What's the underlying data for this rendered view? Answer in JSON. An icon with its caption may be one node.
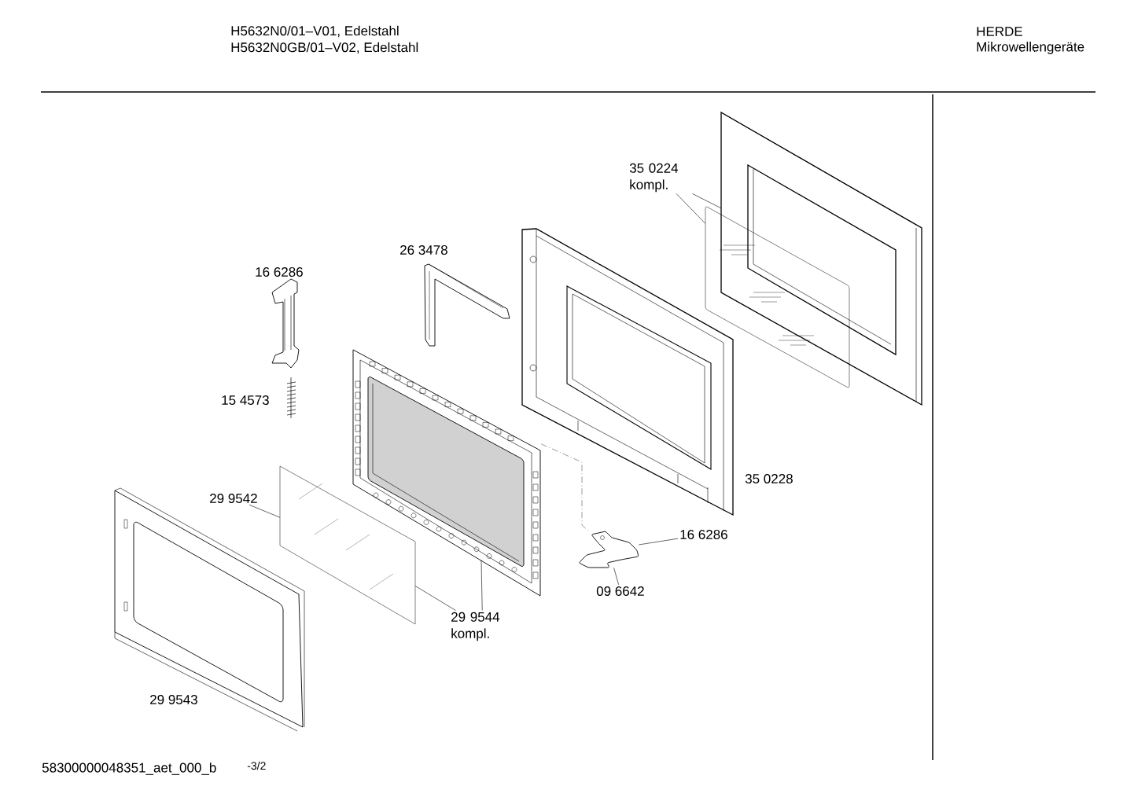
{
  "diagram": {
    "nodes": [
      {
        "text": [
          "35 0224 kompl."
        ]
      },
      {
        "text": [],
        "shape": "picture"
      },
      {
        "text": [],
        "shape": "picture"
      },
      {
        "text": [
          "29 9542"
        ]
      },
      {
        "text": [],
        "shape": "picture"
      },
      {
        "text": [
          "29 9544 kompl."
        ]
      },
      {
        "text": [],
        "shape": "picture"
      },
      {
        "text": [
          "16 6286"
        ]
      },
      {
        "text": [],
        "shape": "picture"
      },
      {
        "text": [
          "09 6642"
        ]
      }
    ],
    "edges": [
      {
        "from": 0,
        "to": 1,
        "arrow": "none"
      },
      {
        "from": 0,
        "to": 2,
        "arrow": "none"
      },
      {
        "from": 3,
        "to": 4,
        "arrow": "none"
      },
      {
        "from": 5,
        "to": 4,
        "arrow": "none"
      },
      {
        "from": 5,
        "to": 6,
        "arrow": "none"
      },
      {
        "from": 7,
        "to": 8,
        "arrow": "none"
      },
      {
        "from": 9,
        "to": 8,
        "arrow": "none"
      },
      {
        "from": 6,
        "to": 8,
        "arrow": "none",
        "style": "dashed"
      }
    ],
    "labels": [
      "H5632N0/01–V01, Edelstahl",
      "H5632N0GB/01–V02, Edelstahl",
      "HERDE",
      "Mikrowellengeräte",
      "16 6286",
      "26 3478",
      "15 4573",
      "35 0228",
      "29 9543",
      "58300000048351_aet_000_b",
      "-3/2"
    ]
  }
}
